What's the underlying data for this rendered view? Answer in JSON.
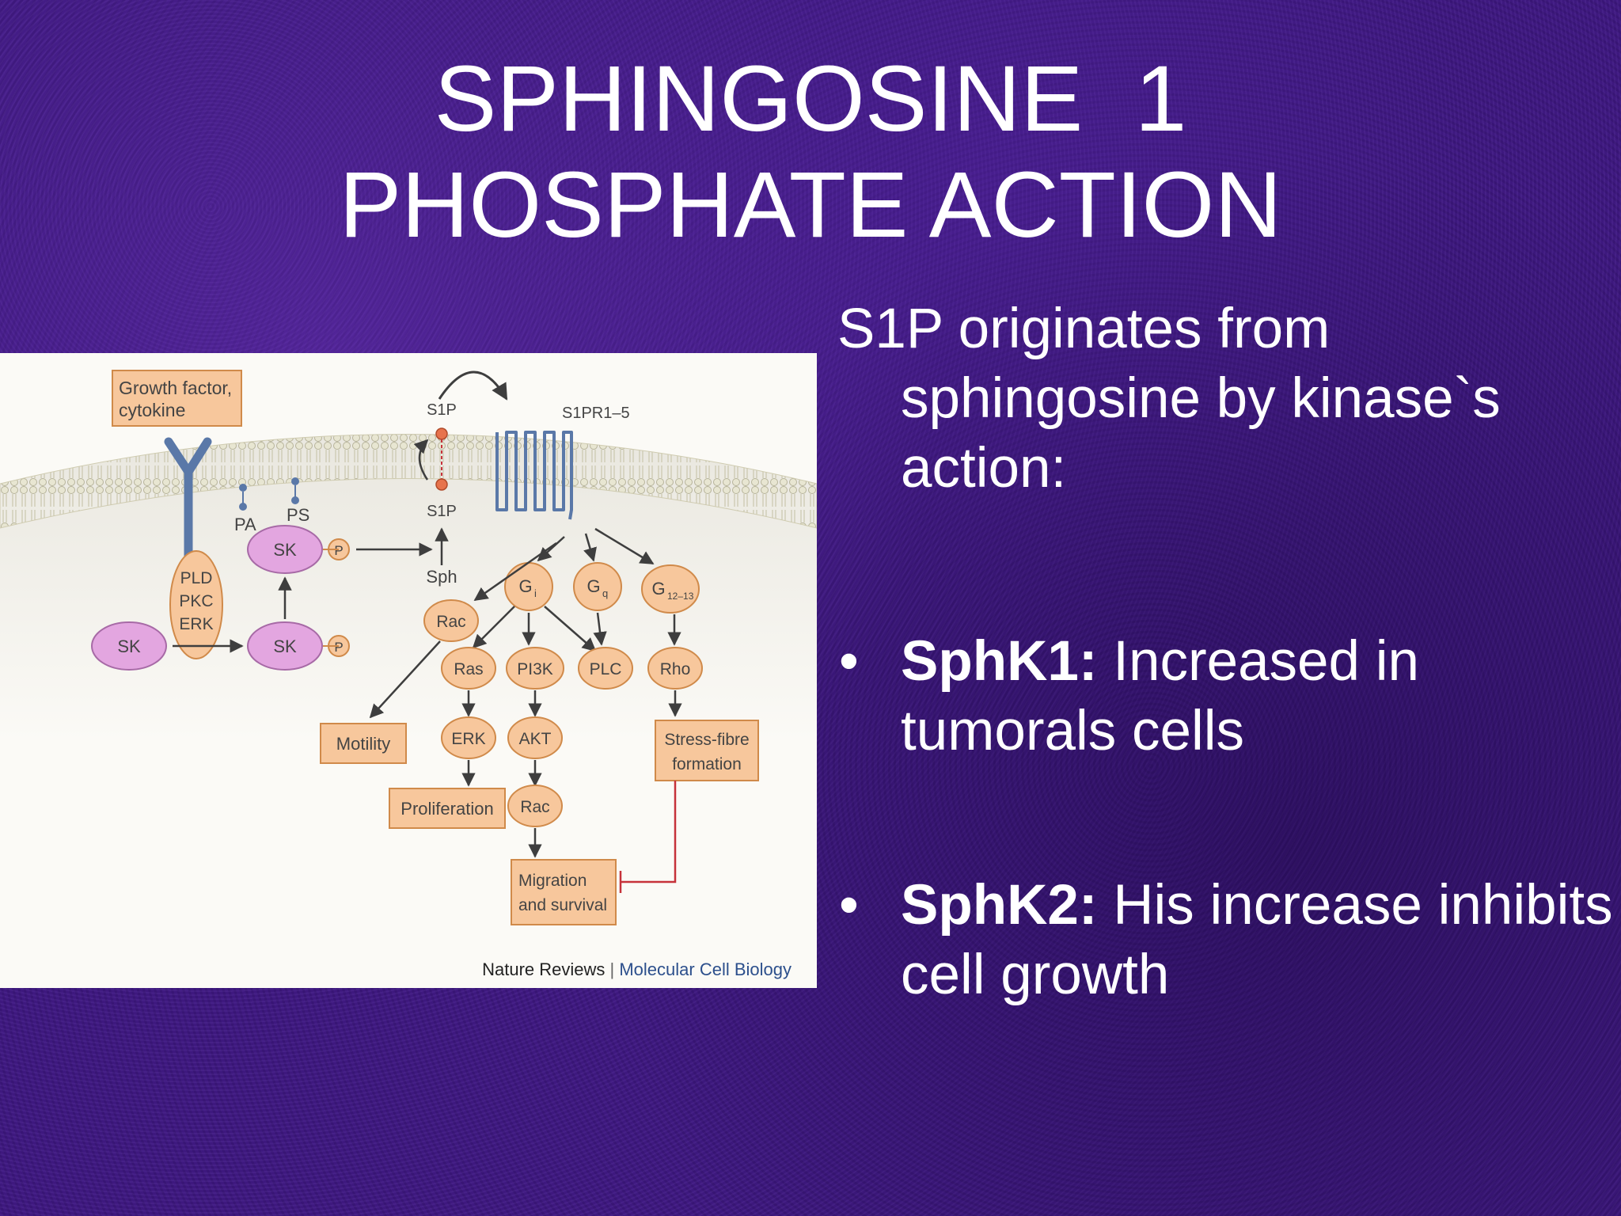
{
  "slide": {
    "title_line1": "SPHINGOSINE  1",
    "title_line2": "PHOSPHATE ACTION",
    "intro": "S1P originates from sphingosine by kinase`s action:",
    "bullets": [
      {
        "marker": "•",
        "lead": "SphK1:",
        "rest": " Increased in tumorals cells"
      },
      {
        "marker": "•",
        "lead": "SphK2:",
        "rest": " His increase inhibits cell growth"
      }
    ]
  },
  "diagram": {
    "growth_factor_line1": "Growth factor,",
    "growth_factor_line2": "cytokine",
    "s1p_top": "S1P",
    "s1p_mid": "S1P",
    "s1pr": "S1PR1–5",
    "pa": "PA",
    "ps": "PS",
    "sph": "Sph",
    "pld": "PLD",
    "pkc": "PKC",
    "erk_left": "ERK",
    "sk_left": "SK",
    "sk_upper": "SK",
    "sk_lower": "SK",
    "p_upper": "P",
    "p_lower": "P",
    "gi_main": "G",
    "gi_sub": "i",
    "gq_main": "G",
    "gq_sub": "q",
    "g12_main": "G",
    "g12_sub": "12–13",
    "rac_top": "Rac",
    "ras": "Ras",
    "pi3k": "PI3K",
    "plc": "PLC",
    "rho": "Rho",
    "erk": "ERK",
    "akt": "AKT",
    "rac_bottom": "Rac",
    "motility": "Motility",
    "proliferation": "Proliferation",
    "stress_line1": "Stress-fibre",
    "stress_line2": "formation",
    "migration_line1": "Migration",
    "migration_line2": "and survival",
    "credit_left": "Nature Reviews",
    "credit_sep": " | ",
    "credit_right": "Molecular Cell Biology"
  },
  "colors": {
    "background": "#3d1780",
    "text": "#ffffff",
    "orange_fill": "#f7c79c",
    "orange_stroke": "#d08a4a",
    "pink_fill": "#e3a6e0",
    "pink_stroke": "#a76aa6",
    "membrane": "#d9d7bf",
    "receptor": "#5a78a8",
    "credit_blue": "#2c4f8c",
    "inhibit_red": "#c6323a"
  }
}
